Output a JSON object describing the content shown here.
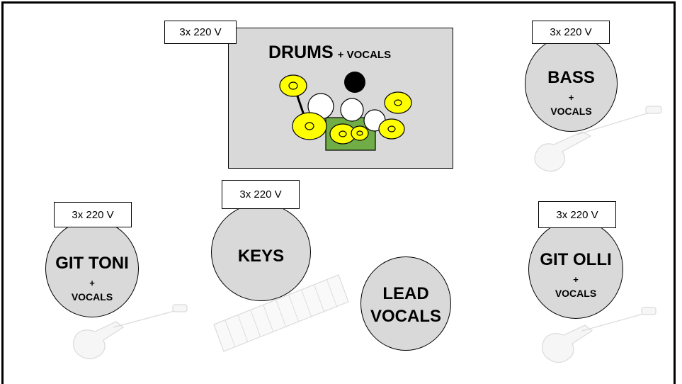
{
  "power_label": "3x 220 V",
  "drums": {
    "title": "DRUMS",
    "plus_vocals": "+ VOCALS"
  },
  "bass": {
    "name": "BASS",
    "plus": "+",
    "vocals": "VOCALS"
  },
  "git_toni": {
    "name": "GIT TONI",
    "plus": "+",
    "vocals": "VOCALS"
  },
  "keys": {
    "name": "KEYS"
  },
  "git_olli": {
    "name": "GIT OLLI",
    "plus": "+",
    "vocals": "VOCALS"
  },
  "lead": {
    "line1": "LEAD",
    "line2": "VOCALS"
  },
  "colors": {
    "stage_fill": "#d9d9d9",
    "cymbal": "#ffff00",
    "drum_riser": "#70ad47"
  },
  "icons": [
    "guitar-icon",
    "bass-guitar-icon",
    "keyboard-icon",
    "drum-kit-icon"
  ]
}
